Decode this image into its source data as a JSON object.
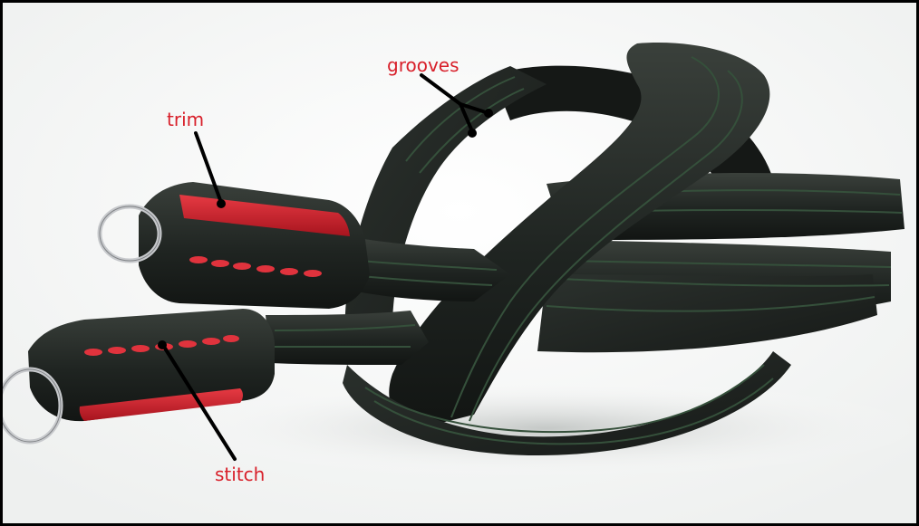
{
  "annotations": {
    "grooves": "grooves",
    "trim": "trim",
    "stitch": "stitch"
  },
  "colors": {
    "label_text": "#d8202a",
    "leader_line": "#000000",
    "leather": "#1f2421",
    "leather_highlight": "#3a403b",
    "groove_line": "#35503b",
    "trim": "#d21f2a",
    "stitching": "#e0333d",
    "ring_metal": "#c7c9cc",
    "frame_border": "#000000",
    "background": "#ffffff"
  },
  "icons": [
    "split-ring-icon"
  ]
}
